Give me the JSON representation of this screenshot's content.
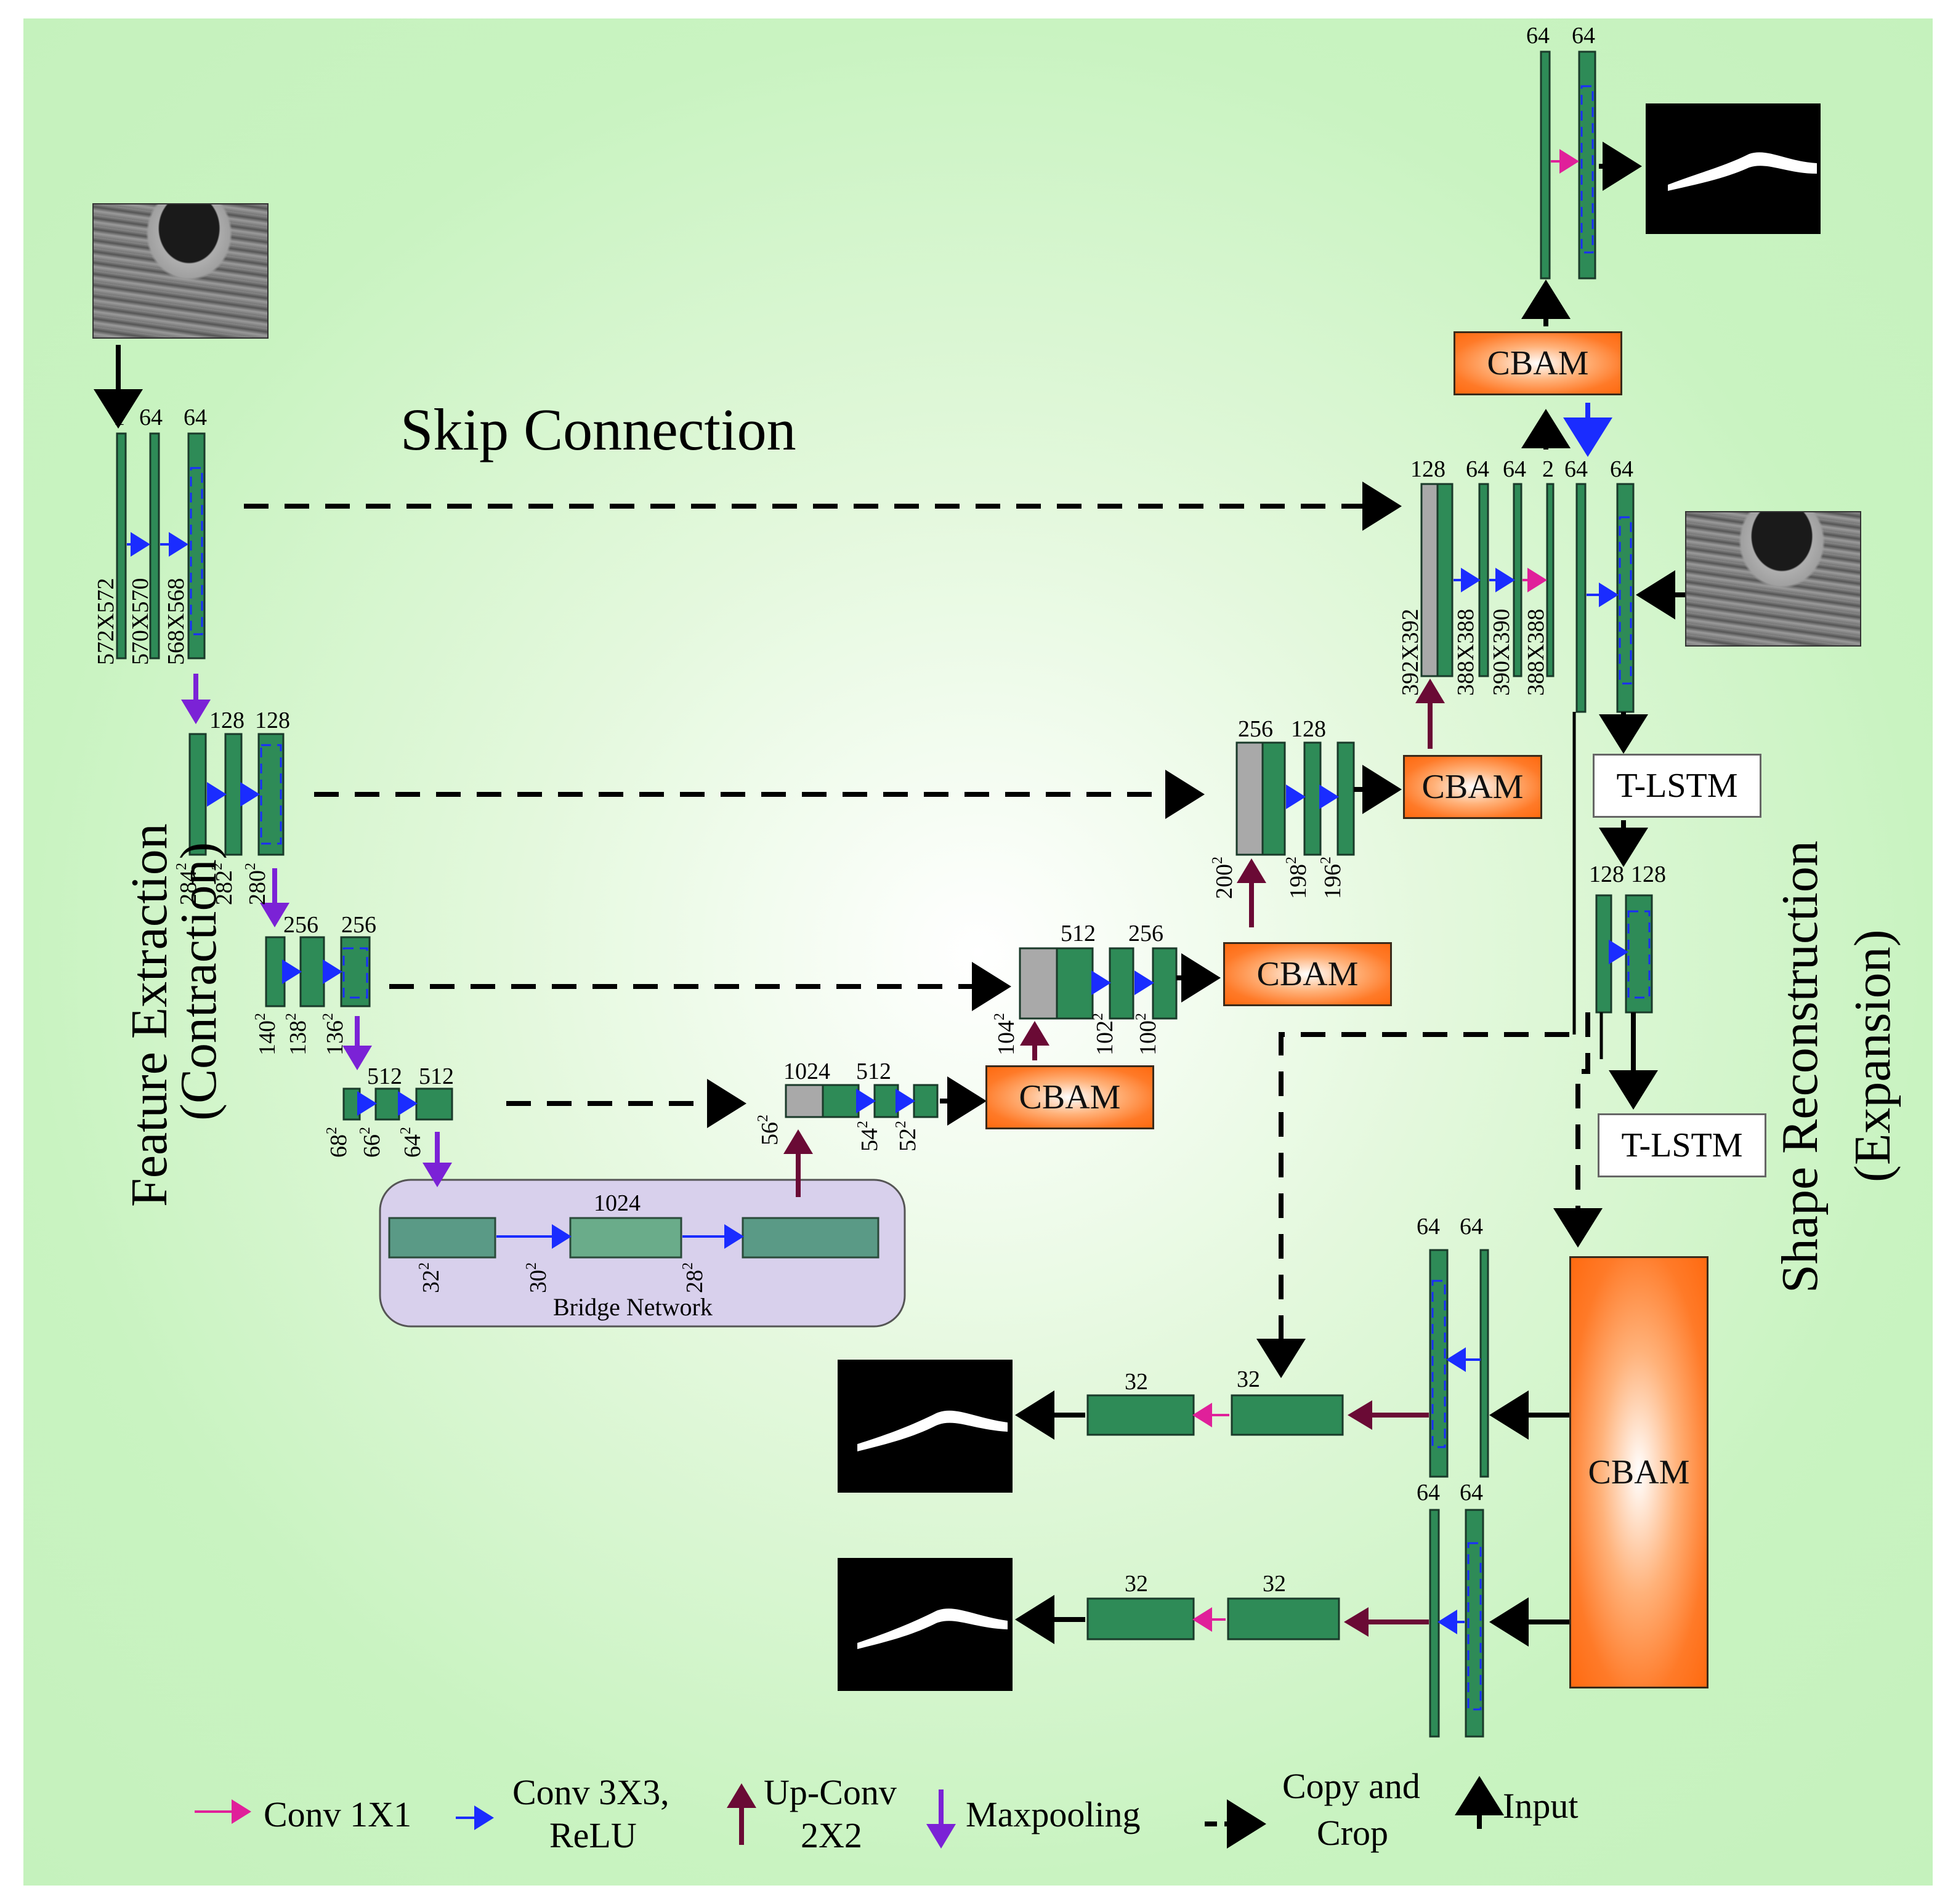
{
  "titles": {
    "skip_connection": "Skip  Connection",
    "feature_extraction_line1": "Feature Extraction",
    "feature_extraction_line2": "(Contraction)",
    "shape_reconstruction_line1": "Shape Reconstruction",
    "shape_reconstruction_line2": "(Expansion)"
  },
  "encoder": {
    "l1_channels": [
      "1",
      "64",
      "64"
    ],
    "l1_sizes": [
      "572X572",
      "570X570",
      "568X568"
    ],
    "l2_channels": [
      "128",
      "128"
    ],
    "l2_sizes": [
      "284",
      "282",
      "280"
    ],
    "l3_channels": [
      "256",
      "256"
    ],
    "l3_sizes": [
      "140",
      "138",
      "136"
    ],
    "l4_channels": [
      "512",
      "512"
    ],
    "l4_sizes": [
      "68",
      "66",
      "64"
    ]
  },
  "bridge": {
    "channels": "1024",
    "sizes": [
      "32",
      "30",
      "28"
    ],
    "label": "Bridge Network"
  },
  "decoder": {
    "d4_channels": [
      "1024",
      "512"
    ],
    "d4_sizes": [
      "56",
      "54",
      "52"
    ],
    "d3_channels": [
      "512",
      "256"
    ],
    "d3_sizes": [
      "104",
      "102",
      "100"
    ],
    "d2_channels": [
      "256",
      "128"
    ],
    "d2_sizes": [
      "200",
      "198",
      "196"
    ],
    "d1_channels": [
      "128",
      "64",
      "64",
      "2",
      "64",
      "64"
    ],
    "d1_sizes": [
      "392X392",
      "388X388",
      "390X390",
      "388X388"
    ],
    "top_channels": [
      "64",
      "64"
    ],
    "lstm_channels": [
      "128",
      "128"
    ],
    "out1_channels": [
      "64",
      "64",
      "32",
      "32"
    ],
    "out2_channels": [
      "64",
      "64",
      "32",
      "32"
    ]
  },
  "blocks": {
    "cbam": "CBAM",
    "tlstm": "T-LSTM",
    "superscript": "2"
  },
  "legend": {
    "conv1x1": "Conv 1X1",
    "conv3x3_line1": "Conv 3X3,",
    "conv3x3_line2": "ReLU",
    "upconv_line1": "Up-Conv",
    "upconv_line2": "2X2",
    "maxpool": "Maxpooling",
    "copycrop_line1": "Copy and",
    "copycrop_line2": "Crop",
    "input": "Input"
  },
  "colors": {
    "block_green": "#2e8b57",
    "block_grey": "#a9a9a9",
    "conv1x1_arrow": "#e0209a",
    "conv3x3_arrow": "#1a2cff",
    "upconv_arrow": "#6a0a35",
    "maxpool_arrow": "#7b22d6",
    "copy_arrow": "#000000"
  },
  "icons": {
    "input_image": "ultrasound-image-icon",
    "output_mask": "segmentation-mask-icon"
  }
}
